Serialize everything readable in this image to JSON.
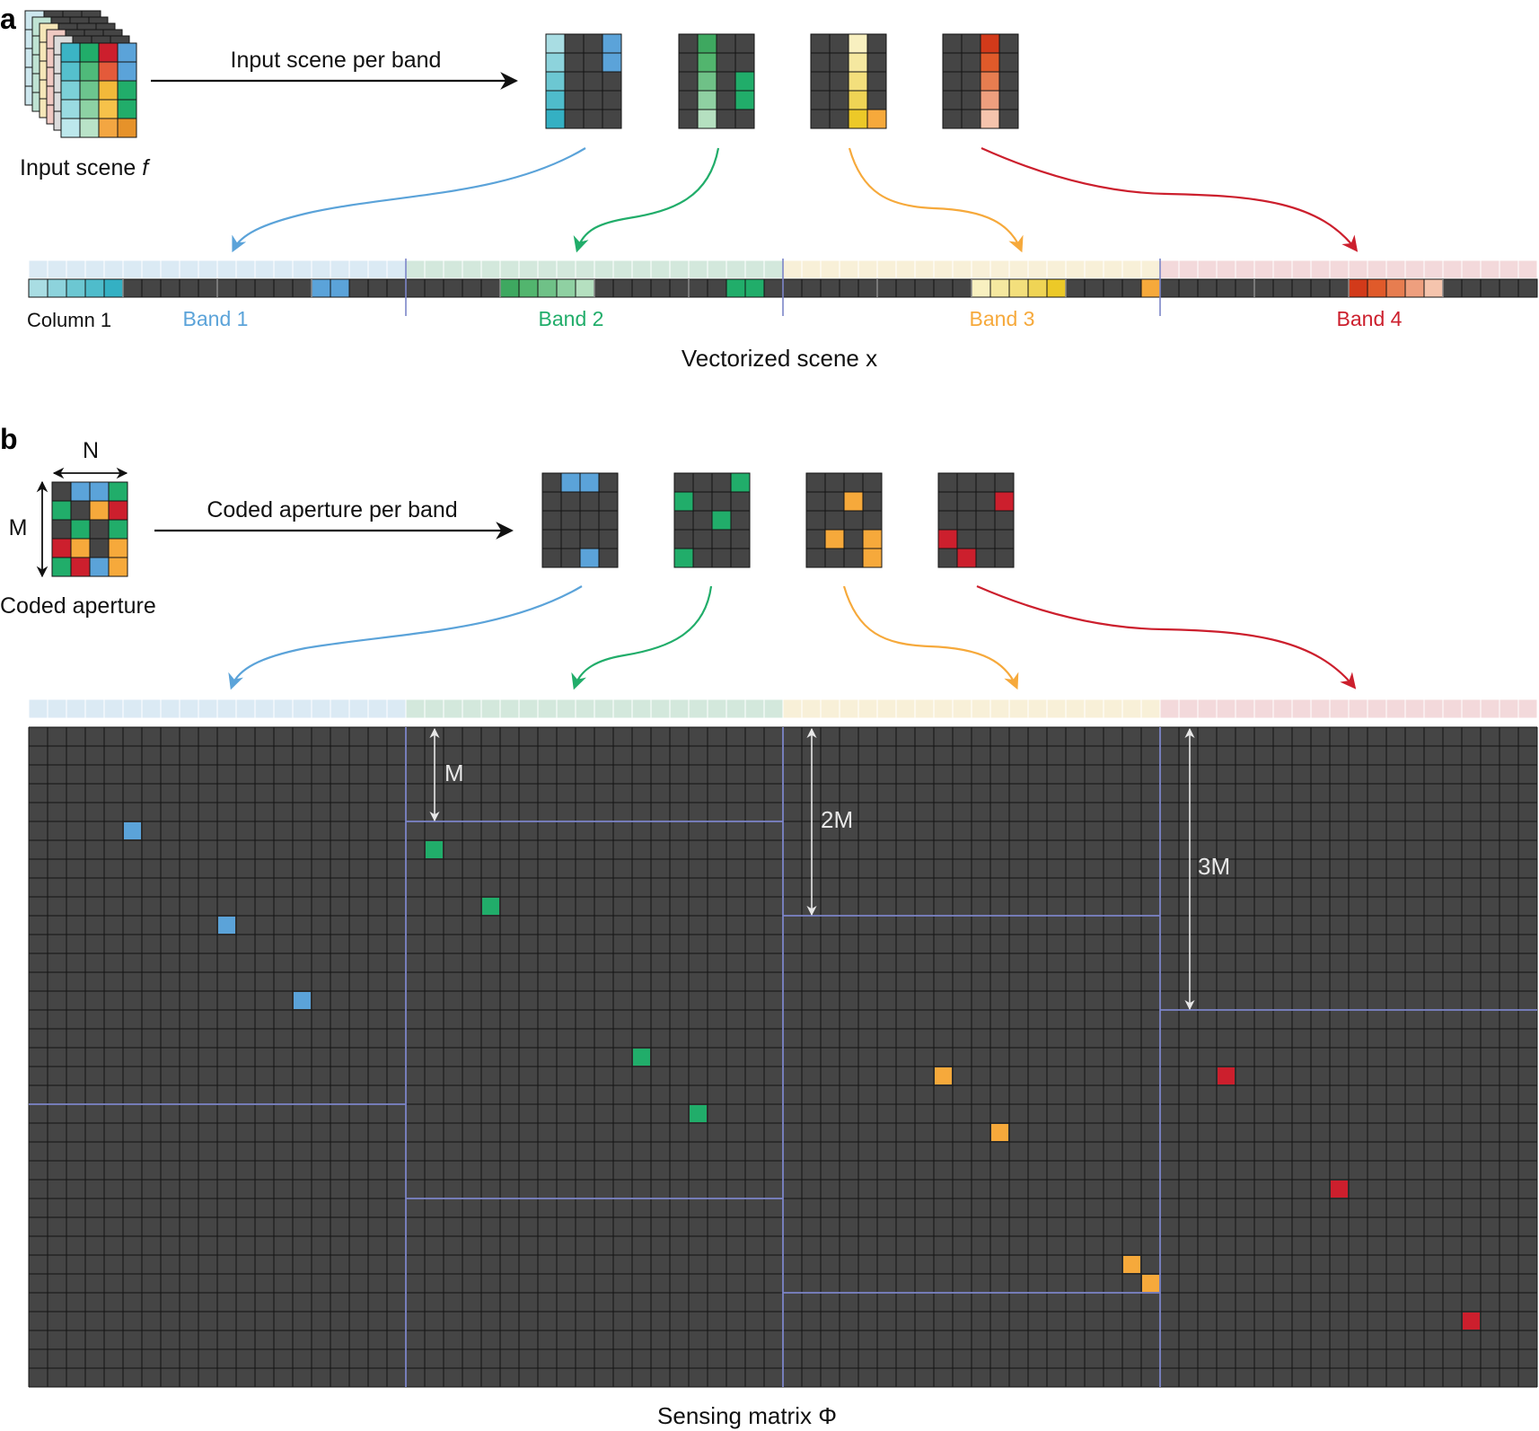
{
  "panel_a": {
    "letter": "a",
    "arrow_label": "Input scene per band",
    "source_label": "Input scene ",
    "source_label_italic": "f",
    "column_label": "Column 1",
    "band_labels": [
      "Band 1",
      "Band 2",
      "Band 3",
      "Band 4"
    ],
    "caption": "Vectorized scene x"
  },
  "panel_b": {
    "letter": "b",
    "arrow_label": "Coded aperture per band",
    "source_label": "Coded aperture",
    "dim_n": "N",
    "dim_m": "M",
    "offset_labels": [
      "M",
      "2M",
      "3M"
    ],
    "caption": "Sensing matrix Φ"
  },
  "colors": {
    "band1": "#5ba3d9",
    "band2": "#21ad6a",
    "band3": "#f6a93b",
    "band4": "#cc1f2d",
    "cell": "#454545",
    "grid_line": "#141414",
    "block_line": "#7c85c8"
  }
}
